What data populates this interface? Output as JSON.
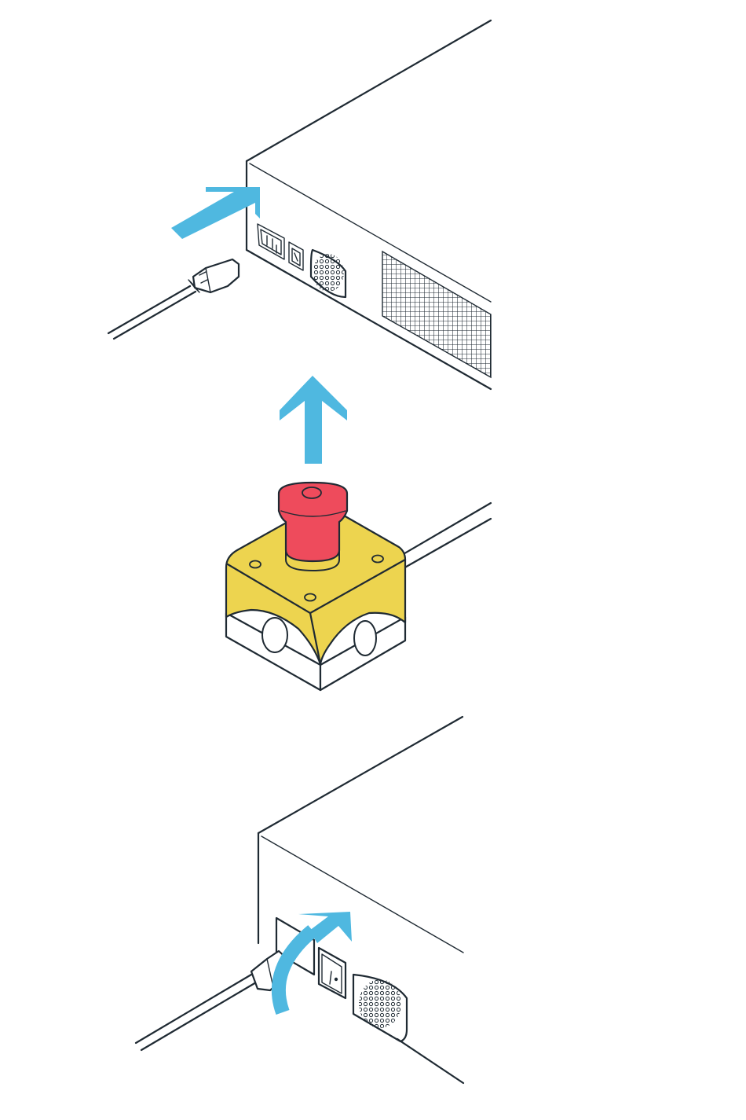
{
  "colors": {
    "accent": "#4fb8e0",
    "line": "#1f2a33",
    "button_red": "#ee4b5c",
    "housing_yellow": "#edd44f",
    "white": "#ffffff"
  },
  "scenes": [
    {
      "name": "step-1-unplug-power-cable",
      "icons": [
        "device-unit-icon",
        "power-cable-icon",
        "power-switch-icon",
        "vent-grille-icon",
        "arrow-icon"
      ]
    },
    {
      "name": "step-2-emergency-stop-button",
      "icons": [
        "emergency-stop-button-icon",
        "arrow-up-icon"
      ]
    },
    {
      "name": "step-3-switch-on",
      "icons": [
        "device-unit-icon",
        "power-cable-icon",
        "rocker-switch-icon",
        "curved-arrow-icon"
      ]
    }
  ]
}
